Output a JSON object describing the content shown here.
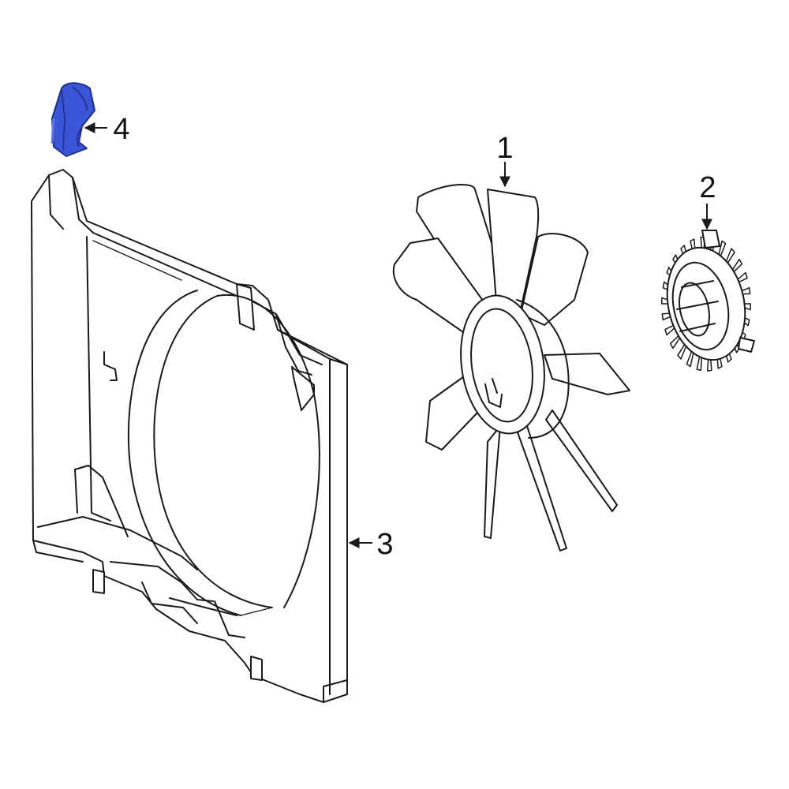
{
  "callouts": [
    {
      "id": "1",
      "label": "1",
      "part": "fan-blade"
    },
    {
      "id": "2",
      "label": "2",
      "part": "fan-clutch"
    },
    {
      "id": "3",
      "label": "3",
      "part": "fan-shroud"
    },
    {
      "id": "4",
      "label": "4",
      "part": "shroud-clip"
    }
  ],
  "colors": {
    "highlight": "#3a55d6",
    "highlight_dark": "#1e2f8a",
    "line": "#1a1a1a",
    "background": "#ffffff"
  }
}
